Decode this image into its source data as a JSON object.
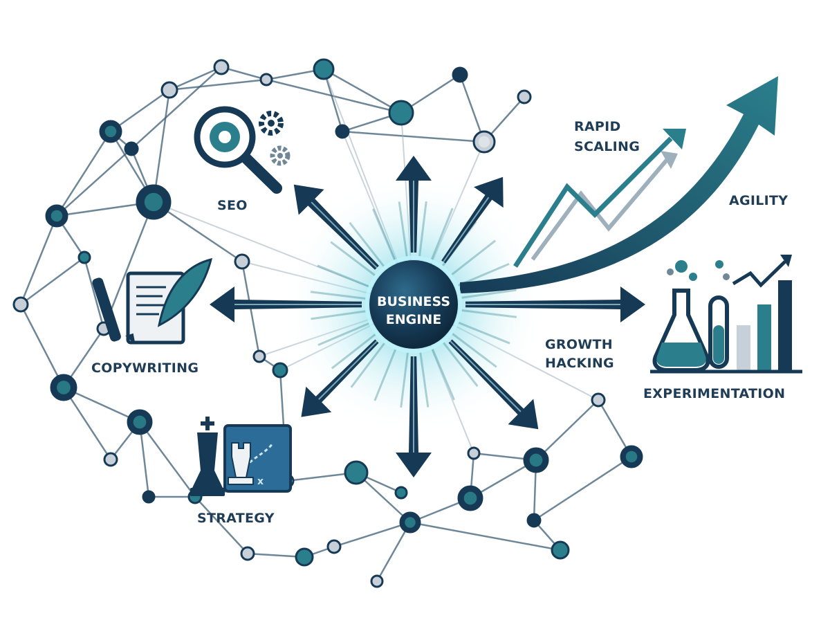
{
  "center": {
    "line1": "BUSINESS",
    "line2": "ENGINE"
  },
  "labels": {
    "seo": "SEO",
    "copywriting": "COPYWRITING",
    "strategy": "STRATEGY",
    "rapid_line1": "RAPID",
    "rapid_line2": "SCALING",
    "agility": "AGILITY",
    "growth_line1": "GROWTH",
    "growth_line2": "HACKING",
    "experimentation": "EXPERIMENTATION"
  },
  "colors": {
    "navy": "#163a55",
    "teal": "#2b7f8c",
    "light_gray": "#c7d0d8",
    "line": "#3e5f76",
    "glow": "#7fd9e6"
  },
  "icons": [
    "magnifier-gear-icon",
    "gear-icon",
    "document-quill-icon",
    "pen-icon",
    "chess-king-icon",
    "chess-rook-icon",
    "strategy-map-icon",
    "flask-icon",
    "test-tube-icon",
    "bar-chart-icon",
    "trend-arrow-icon"
  ]
}
